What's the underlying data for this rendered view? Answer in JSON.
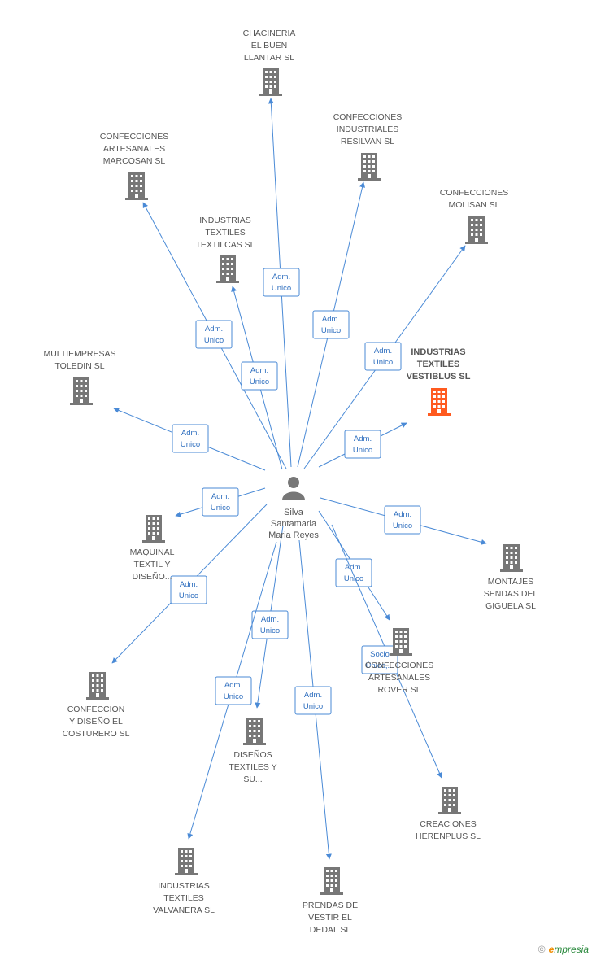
{
  "center": {
    "label": [
      "Silva",
      "Santamaria",
      "Maria Reyes"
    ]
  },
  "colors": {
    "edge": "#4a8ad6",
    "building": "#777777",
    "highlight": "#ff5a1f"
  },
  "nodes": [
    {
      "id": "chacineria",
      "label": [
        "CHACINERIA",
        "EL BUEN",
        "LLANTAR SL"
      ]
    },
    {
      "id": "resilvan",
      "label": [
        "CONFECCIONES",
        "INDUSTRIALES",
        "RESILVAN SL"
      ]
    },
    {
      "id": "marcosan",
      "label": [
        "CONFECCIONES",
        "ARTESANALES",
        "MARCOSAN SL"
      ]
    },
    {
      "id": "molisan",
      "label": [
        "CONFECCIONES",
        "MOLISAN SL"
      ]
    },
    {
      "id": "textilcas",
      "label": [
        "INDUSTRIAS",
        "TEXTILES",
        "TEXTILCAS SL"
      ]
    },
    {
      "id": "vestiblus",
      "label": [
        "INDUSTRIAS",
        "TEXTILES",
        "VESTIBLUS SL"
      ],
      "highlight": true
    },
    {
      "id": "toledin",
      "label": [
        "MULTIEMPRESAS",
        "TOLEDIN SL"
      ]
    },
    {
      "id": "maquinal",
      "label": [
        "MAQUINAL",
        "TEXTIL Y",
        "DISEÑO..."
      ]
    },
    {
      "id": "sendas",
      "label": [
        "MONTAJES",
        "SENDAS DEL",
        "GIGUELA SL"
      ]
    },
    {
      "id": "rover",
      "label": [
        "CONFECCIONES",
        "ARTESANALES",
        "ROVER SL"
      ]
    },
    {
      "id": "costurero",
      "label": [
        "CONFECCION",
        "Y DISEÑO EL",
        "COSTURERO SL"
      ]
    },
    {
      "id": "disenos",
      "label": [
        "DISEÑOS",
        "TEXTILES Y",
        "SU..."
      ]
    },
    {
      "id": "herenplus",
      "label": [
        "CREACIONES",
        "HERENPLUS  SL"
      ]
    },
    {
      "id": "valvanera",
      "label": [
        "INDUSTRIAS",
        "TEXTILES",
        "VALVANERA SL"
      ]
    },
    {
      "id": "dedal",
      "label": [
        "PRENDAS DE",
        "VESTIR EL",
        "DEDAL SL"
      ]
    }
  ],
  "edges": [
    {
      "to": "chacineria",
      "label": [
        "Adm.",
        "Unico"
      ]
    },
    {
      "to": "resilvan",
      "label": [
        "Adm.",
        "Unico"
      ]
    },
    {
      "to": "marcosan",
      "label": [
        "Adm.",
        "Unico"
      ]
    },
    {
      "to": "molisan",
      "label": [
        "Adm.",
        "Unico"
      ]
    },
    {
      "to": "textilcas",
      "label": [
        "Adm.",
        "Unico"
      ]
    },
    {
      "to": "vestiblus",
      "label": [
        "Adm.",
        "Unico"
      ]
    },
    {
      "to": "toledin",
      "label": [
        "Adm.",
        "Unico"
      ]
    },
    {
      "to": "maquinal",
      "label": [
        "Adm.",
        "Unico"
      ]
    },
    {
      "to": "sendas",
      "label": [
        "Adm.",
        "Unico"
      ]
    },
    {
      "to": "rover",
      "label": [
        "Adm.",
        "Unico"
      ]
    },
    {
      "to": "costurero",
      "label": [
        "Adm.",
        "Unico"
      ]
    },
    {
      "to": "disenos",
      "label": [
        "Adm.",
        "Unico"
      ]
    },
    {
      "to": "herenplus",
      "label": [
        "Socio",
        "Único,..."
      ]
    },
    {
      "to": "valvanera",
      "label": [
        "Adm.",
        "Unico"
      ]
    },
    {
      "to": "dedal",
      "label": [
        "Adm.",
        "Unico"
      ]
    }
  ],
  "footer": {
    "copyright": "©",
    "brand_initial": "e",
    "brand_rest": "mpresia"
  }
}
